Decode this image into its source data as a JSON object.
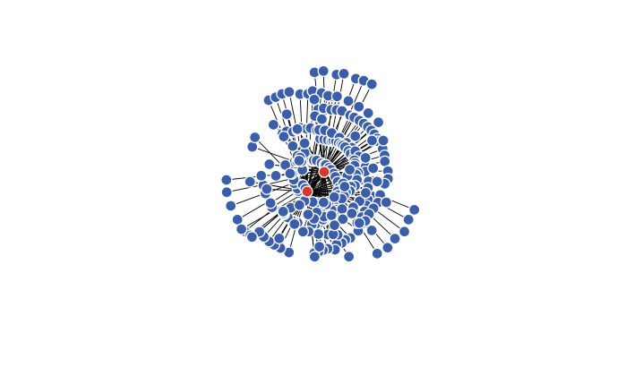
{
  "graph": {
    "colors": {
      "background": "#ffffff",
      "edge": "#000000",
      "node_fill": "#3a5ea8",
      "node_stroke": "#ffffff",
      "hub_fill": "#d9362b"
    },
    "hubs": [
      "hub-a",
      "hub-b"
    ],
    "hub_edges": [
      [
        "hub-a",
        "hub-b"
      ]
    ],
    "groups": [
      {
        "name": "group-01",
        "rings": 3,
        "leaves": 9
      },
      {
        "name": "group-02",
        "rings": 3,
        "leaves": 7
      },
      {
        "name": "group-03",
        "rings": 3,
        "leaves": 6
      },
      {
        "name": "group-04",
        "rings": 2,
        "leaves": 8
      },
      {
        "name": "group-05",
        "rings": 2,
        "leaves": 5
      },
      {
        "name": "group-06",
        "rings": 2,
        "leaves": 6
      },
      {
        "name": "group-07",
        "rings": 2,
        "leaves": 7
      },
      {
        "name": "group-08",
        "rings": 3,
        "leaves": 6
      },
      {
        "name": "group-09",
        "rings": 2,
        "leaves": 9
      },
      {
        "name": "group-10",
        "rings": 2,
        "leaves": 5
      },
      {
        "name": "group-11",
        "rings": 2,
        "leaves": 6
      },
      {
        "name": "group-12",
        "rings": 3,
        "leaves": 5
      }
    ]
  }
}
